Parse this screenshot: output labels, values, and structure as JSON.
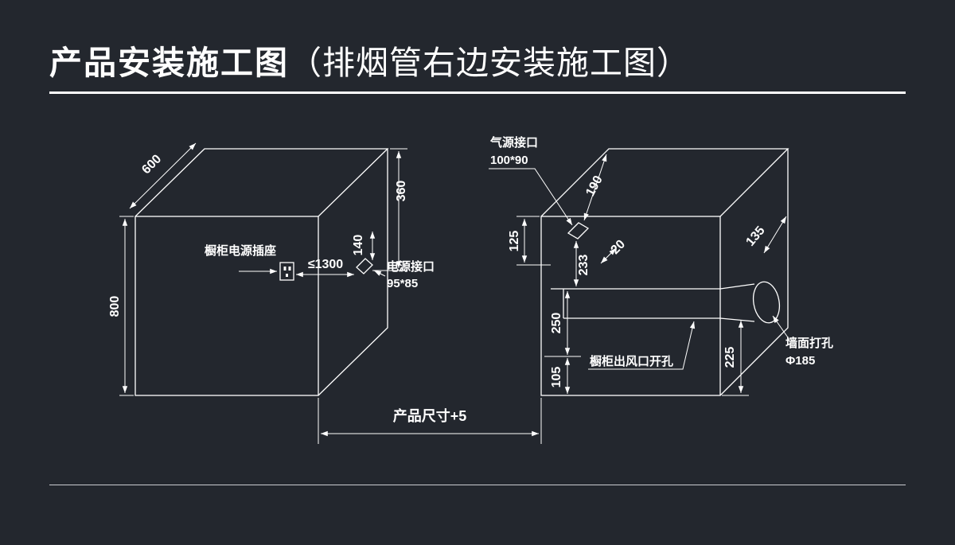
{
  "title": {
    "main": "产品安装施工图",
    "sub": "（排烟管右边安装施工图）"
  },
  "left_cabinet": {
    "dim_depth": "600",
    "dim_height": "800",
    "dim_top_right": "360",
    "dim_port_offset": "140",
    "socket_label": "橱柜电源插座",
    "socket_distance": "≤1300",
    "power_port_title": "电源接口",
    "power_port_size": "95*85"
  },
  "right_cabinet": {
    "gas_port_title": "气源接口",
    "gas_port_size": "100*90",
    "dim_gas_depth": "190",
    "dim_left_top": "125",
    "dim_port_to_duct": "233",
    "dim_offset_20": "20",
    "dim_duct_lower": "250",
    "dim_bottom_gap": "105",
    "dim_side_bottom": "225",
    "dim_hole_depth": "135",
    "outlet_label": "橱柜出风口开孔",
    "wall_hole_title": "墙面打孔",
    "wall_hole_size": "Φ185"
  },
  "footer_dim": {
    "product_size": "产品尺寸+5"
  },
  "colors": {
    "background": "#23272e",
    "line": "#ffffff"
  }
}
